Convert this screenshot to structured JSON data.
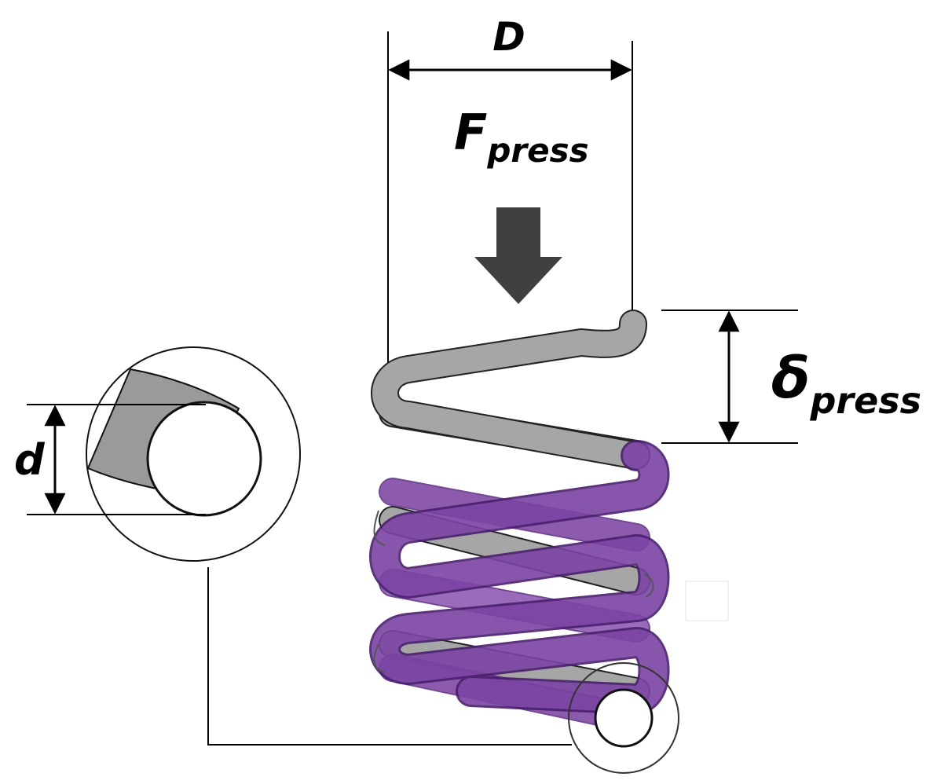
{
  "labels": {
    "outer_diameter": "D",
    "force_main": "F",
    "force_sub": "press",
    "deflection_main": "δ",
    "deflection_sub": "press",
    "wire_diameter": "d"
  },
  "colors": {
    "background": "#ffffff",
    "spring_unloaded": "#a6a6a6",
    "spring_compressed": "#7a3fa0",
    "force_arrow": "#404040",
    "lines": "#000000"
  }
}
